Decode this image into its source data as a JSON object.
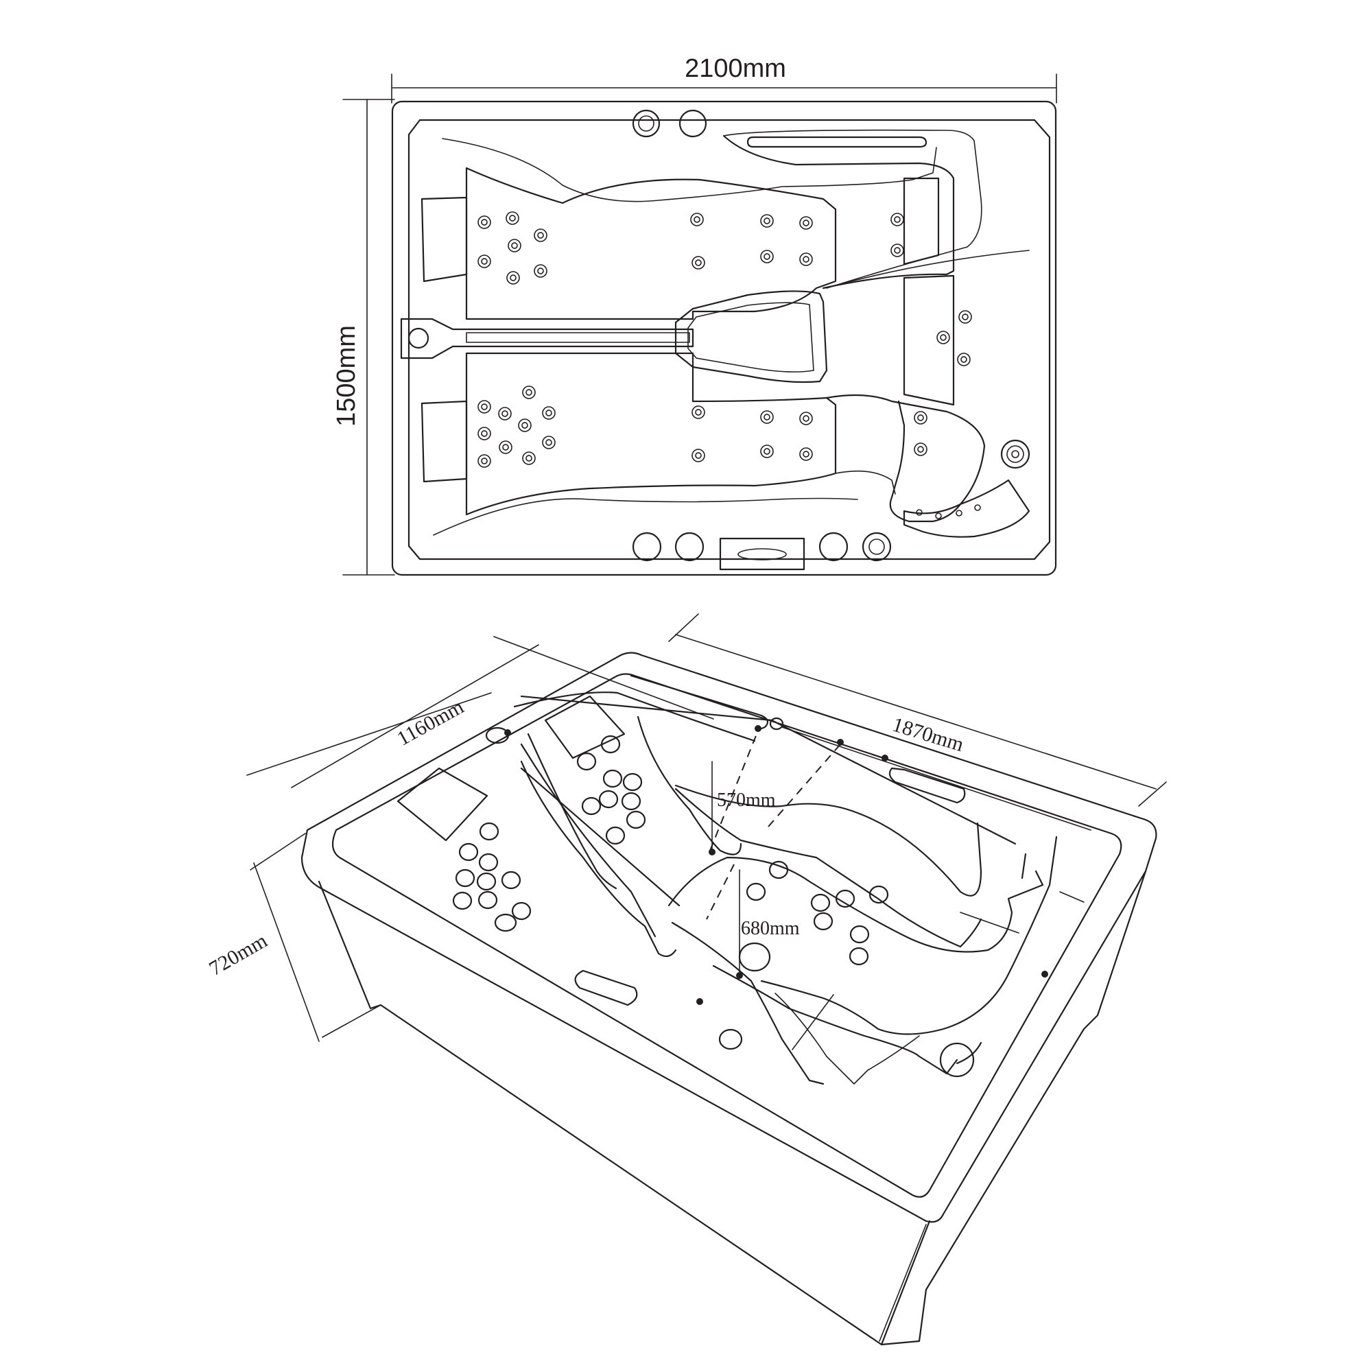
{
  "top_view": {
    "width_label": "2100mm",
    "depth_label": "1500mm"
  },
  "perspective_view": {
    "width_label": "1160mm",
    "length_label": "1870mm",
    "height_label": "720mm",
    "seat_depth_label": "570mm",
    "lounge_depth_label": "680mm"
  }
}
